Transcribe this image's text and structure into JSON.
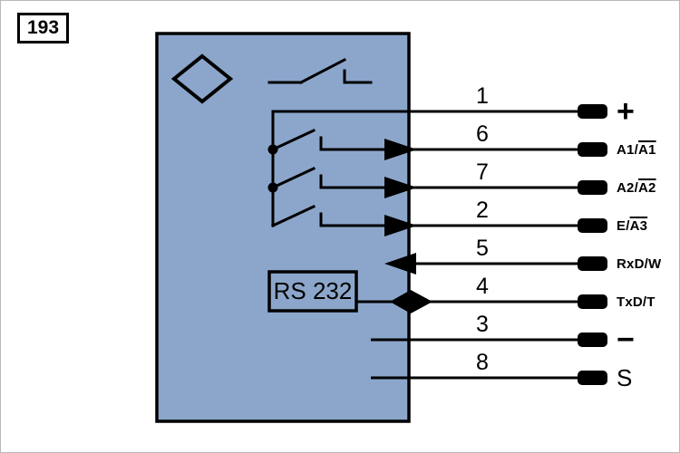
{
  "figure": {
    "number": "193"
  },
  "colors": {
    "device_fill": "#8CA6CB",
    "line": "#000000",
    "terminal": "#000000"
  },
  "device": {
    "interface_label": "RS 232"
  },
  "icons": {
    "sensor-diamond-icon": "diamond-outline",
    "switch-icon": "relay-contact",
    "output-arrow-icon": "filled-triangle-right",
    "input-arrow-icon": "filled-triangle-left",
    "bidirectional-arrow-icon": "filled-diamond"
  },
  "pins": [
    {
      "number": "1",
      "label": "+",
      "label_pre": "+",
      "label_over": "",
      "direction": "none"
    },
    {
      "number": "6",
      "label": "A1/A̅1̅",
      "label_pre": "A1/",
      "label_over": "A1",
      "direction": "out"
    },
    {
      "number": "7",
      "label": "A2/A̅2̅",
      "label_pre": "A2/",
      "label_over": "A2",
      "direction": "out"
    },
    {
      "number": "2",
      "label": "E/A̅3̅",
      "label_pre": "E/",
      "label_over": "A3",
      "direction": "out"
    },
    {
      "number": "5",
      "label": "RxD/W",
      "label_pre": "RxD/W",
      "label_over": "",
      "direction": "in"
    },
    {
      "number": "4",
      "label": "TxD/T",
      "label_pre": "TxD/T",
      "label_over": "",
      "direction": "bidirectional"
    },
    {
      "number": "3",
      "label": "−",
      "label_pre": "−",
      "label_over": "",
      "direction": "none"
    },
    {
      "number": "8",
      "label": "S",
      "label_pre": "S",
      "label_over": "",
      "direction": "none"
    }
  ]
}
